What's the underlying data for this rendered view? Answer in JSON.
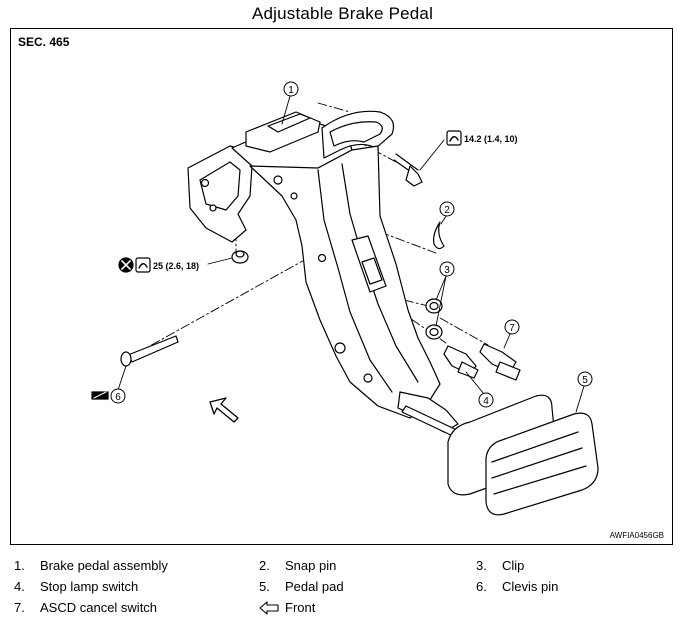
{
  "title": "Adjustable Brake Pedal",
  "section": "SEC. 465",
  "figure_code": "AWFIA0456GB",
  "torque_specs": {
    "bolt_upper": "14.2 (1.4, 10)",
    "nut_lower": "25 (2.6, 18)"
  },
  "callouts": [
    "1",
    "2",
    "3",
    "4",
    "5",
    "6",
    "7"
  ],
  "legend": [
    {
      "num": "1.",
      "label": "Brake pedal assembly"
    },
    {
      "num": "2.",
      "label": "Snap pin"
    },
    {
      "num": "3.",
      "label": "Clip"
    },
    {
      "num": "4.",
      "label": "Stop lamp switch"
    },
    {
      "num": "5.",
      "label": "Pedal pad"
    },
    {
      "num": "6.",
      "label": "Clevis pin"
    },
    {
      "num": "7.",
      "label": "ASCD cancel switch"
    },
    {
      "num": "",
      "label": "Front",
      "icon": "front-arrow-icon"
    }
  ]
}
